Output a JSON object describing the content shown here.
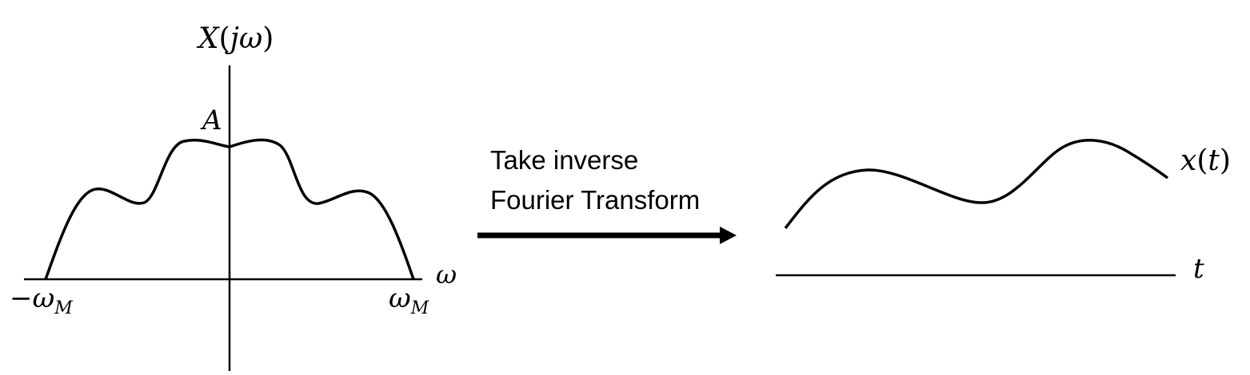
{
  "spectrum": {
    "y_label_main": "X",
    "y_label_paren_open": "(",
    "y_label_arg": "jω",
    "y_label_paren_close": ")",
    "peak_label": "A",
    "x_axis_label": "ω",
    "left_limit_sign": "−",
    "left_limit_base": "ω",
    "left_limit_sub": "M",
    "right_limit_base": "ω",
    "right_limit_sub": "M"
  },
  "transform": {
    "line1": "Take inverse",
    "line2": "Fourier Transform"
  },
  "signal": {
    "label_main": "x",
    "label_paren_open": "(",
    "label_arg": "t",
    "label_paren_close": ")",
    "x_axis_label": "t"
  },
  "colors": {
    "stroke": "#000000",
    "background": "#ffffff"
  }
}
